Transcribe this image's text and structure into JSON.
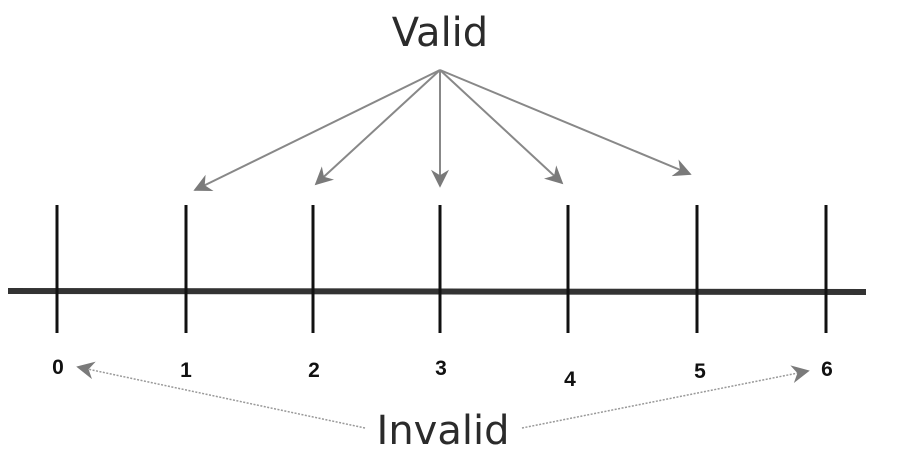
{
  "labels": {
    "valid": "Valid",
    "invalid": "Invalid"
  },
  "ticks": [
    "0",
    "1",
    "2",
    "3",
    "4",
    "5",
    "6"
  ],
  "colors": {
    "axis": "#333333",
    "tick": "#111111",
    "arrow": "#888888",
    "arrowhead": "#7a7a7a",
    "text": "#2b2b2b"
  }
}
